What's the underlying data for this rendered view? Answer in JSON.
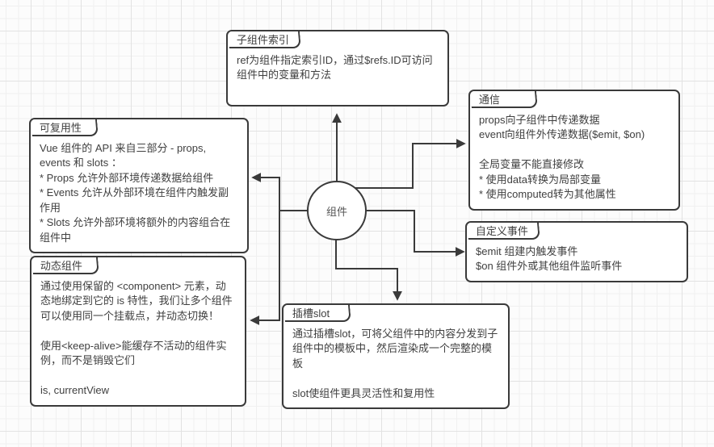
{
  "center_node": {
    "label": "组件"
  },
  "notes": [
    {
      "id": "child-component-ref",
      "title": "子组件索引",
      "body": "ref为组件指定索引ID，通过$refs.ID可访问组件中的变量和方法"
    },
    {
      "id": "reusability",
      "title": "可复用性",
      "body": "Vue 组件的 API 来自三部分 - props,\nevents 和 slots ：\n* Props 允许外部环境传递数据给组件\n* Events 允许从外部环境在组件内触发副作用\n* Slots 允许外部环境将额外的内容组合在组件中"
    },
    {
      "id": "communication",
      "title": "通信",
      "body": "props向子组件中传递数据\nevent向组件外传递数据($emit, $on)\n\n全局变量不能直接修改\n* 使用data转换为局部变量\n* 使用computed转为其他属性"
    },
    {
      "id": "custom-events",
      "title": "自定义事件",
      "body": "$emit 组建内触发事件\n$on 组件外或其他组件监听事件"
    },
    {
      "id": "dynamic-component",
      "title": "动态组件",
      "body": "通过使用保留的 <component> 元素，动态地绑定到它的 is 特性，我们让多个组件可以使用同一个挂载点，并动态切换！\n\n使用<keep-alive>能缓存不活动的组件实例，而不是销毁它们\n\nis, currentView"
    },
    {
      "id": "slot",
      "title": "插槽slot",
      "body": "通过插槽slot，可将父组件中的内容分发到子组件中的模板中，然后渲染成一个完整的模板\n\nslot使组件更具灵活性和复用性"
    }
  ],
  "colors": {
    "line": "#3a3a3a",
    "box_bg": "#ffffff",
    "text": "#404040",
    "page_bg": "#fcfcfc",
    "grid_minor": "#f0f0f0",
    "grid_major": "#e2e2e2"
  }
}
